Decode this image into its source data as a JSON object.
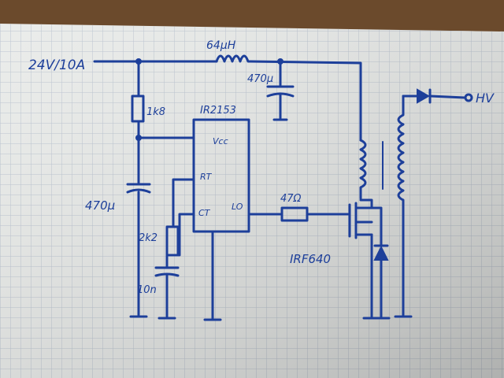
{
  "labels": {
    "supply": "24V/10A",
    "inductor": "64µH",
    "cap_top": "470µ",
    "resistor_top": "1k8",
    "ic_name": "IR2153",
    "pin_vcc": "Vcc",
    "pin_rt": "RT",
    "pin_ct": "CT",
    "pin_lo": "LO",
    "cap_left": "470µ",
    "resistor_rt": "2k2",
    "cap_ct": "10n",
    "gate_resistor": "47Ω",
    "mosfet": "IRF640",
    "output": "HV"
  },
  "colors": {
    "ink": "#1d3f9a",
    "paper": "#e9ebe9",
    "grid": "#b9c2cf",
    "table": "#6b4a2c"
  }
}
